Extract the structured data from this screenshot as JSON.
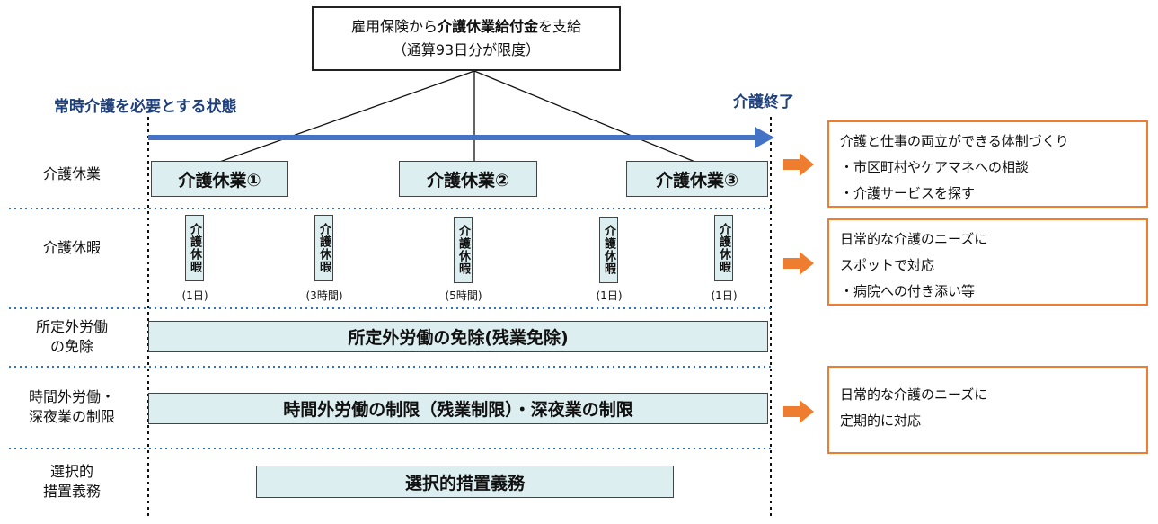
{
  "top_box": {
    "line1_pre": "雇用保険から",
    "line1_bold": "介護休業給付金",
    "line1_post": "を支給",
    "line2": "（通算93日分が限度）"
  },
  "timeline": {
    "start_label": "常時介護を必要とする状態",
    "end_label": "介護終了",
    "arrow_color": "#4472c4"
  },
  "rows": {
    "kaigo_kyugyo": "介護休業",
    "kaigo_kyuka": "介護休暇",
    "shotei": [
      "所定外労働",
      "の免除"
    ],
    "jikangai": [
      "時間外労働・",
      "深夜業の制限"
    ],
    "sentaku": [
      "選択的",
      "措置義務"
    ]
  },
  "leave_blocks": [
    "介護休業①",
    "介護休業②",
    "介護休業③"
  ],
  "leave_days": [
    {
      "label": "介護休暇",
      "duration": "(1日)"
    },
    {
      "label": "介護休暇",
      "duration": "(3時間)"
    },
    {
      "label": "介護休暇",
      "duration": "(5時間)"
    },
    {
      "label": "介護休暇",
      "duration": "(1日)"
    },
    {
      "label": "介護休暇",
      "duration": "(1日)"
    }
  ],
  "bars": {
    "shotei": "所定外労働の免除(残業免除)",
    "jikangai": "時間外労働の制限（残業制限）・深夜業の制限",
    "sentaku": "選択的措置義務"
  },
  "notes": {
    "note1": [
      "介護と仕事の両立ができる体制づくり",
      "・市区町村やケアマネへの相談",
      "・介護サービスを探す"
    ],
    "note2": [
      "日常的な介護のニーズに",
      "スポットで対応",
      "・病院への付き添い等"
    ],
    "note3": [
      "日常的な介護のニーズに",
      "定期的に対応"
    ]
  },
  "colors": {
    "accent_orange": "#ee7d2f",
    "box_fill": "#ddeef0",
    "title_blue": "#1f3f7a",
    "divider_blue": "#2e75b6"
  }
}
